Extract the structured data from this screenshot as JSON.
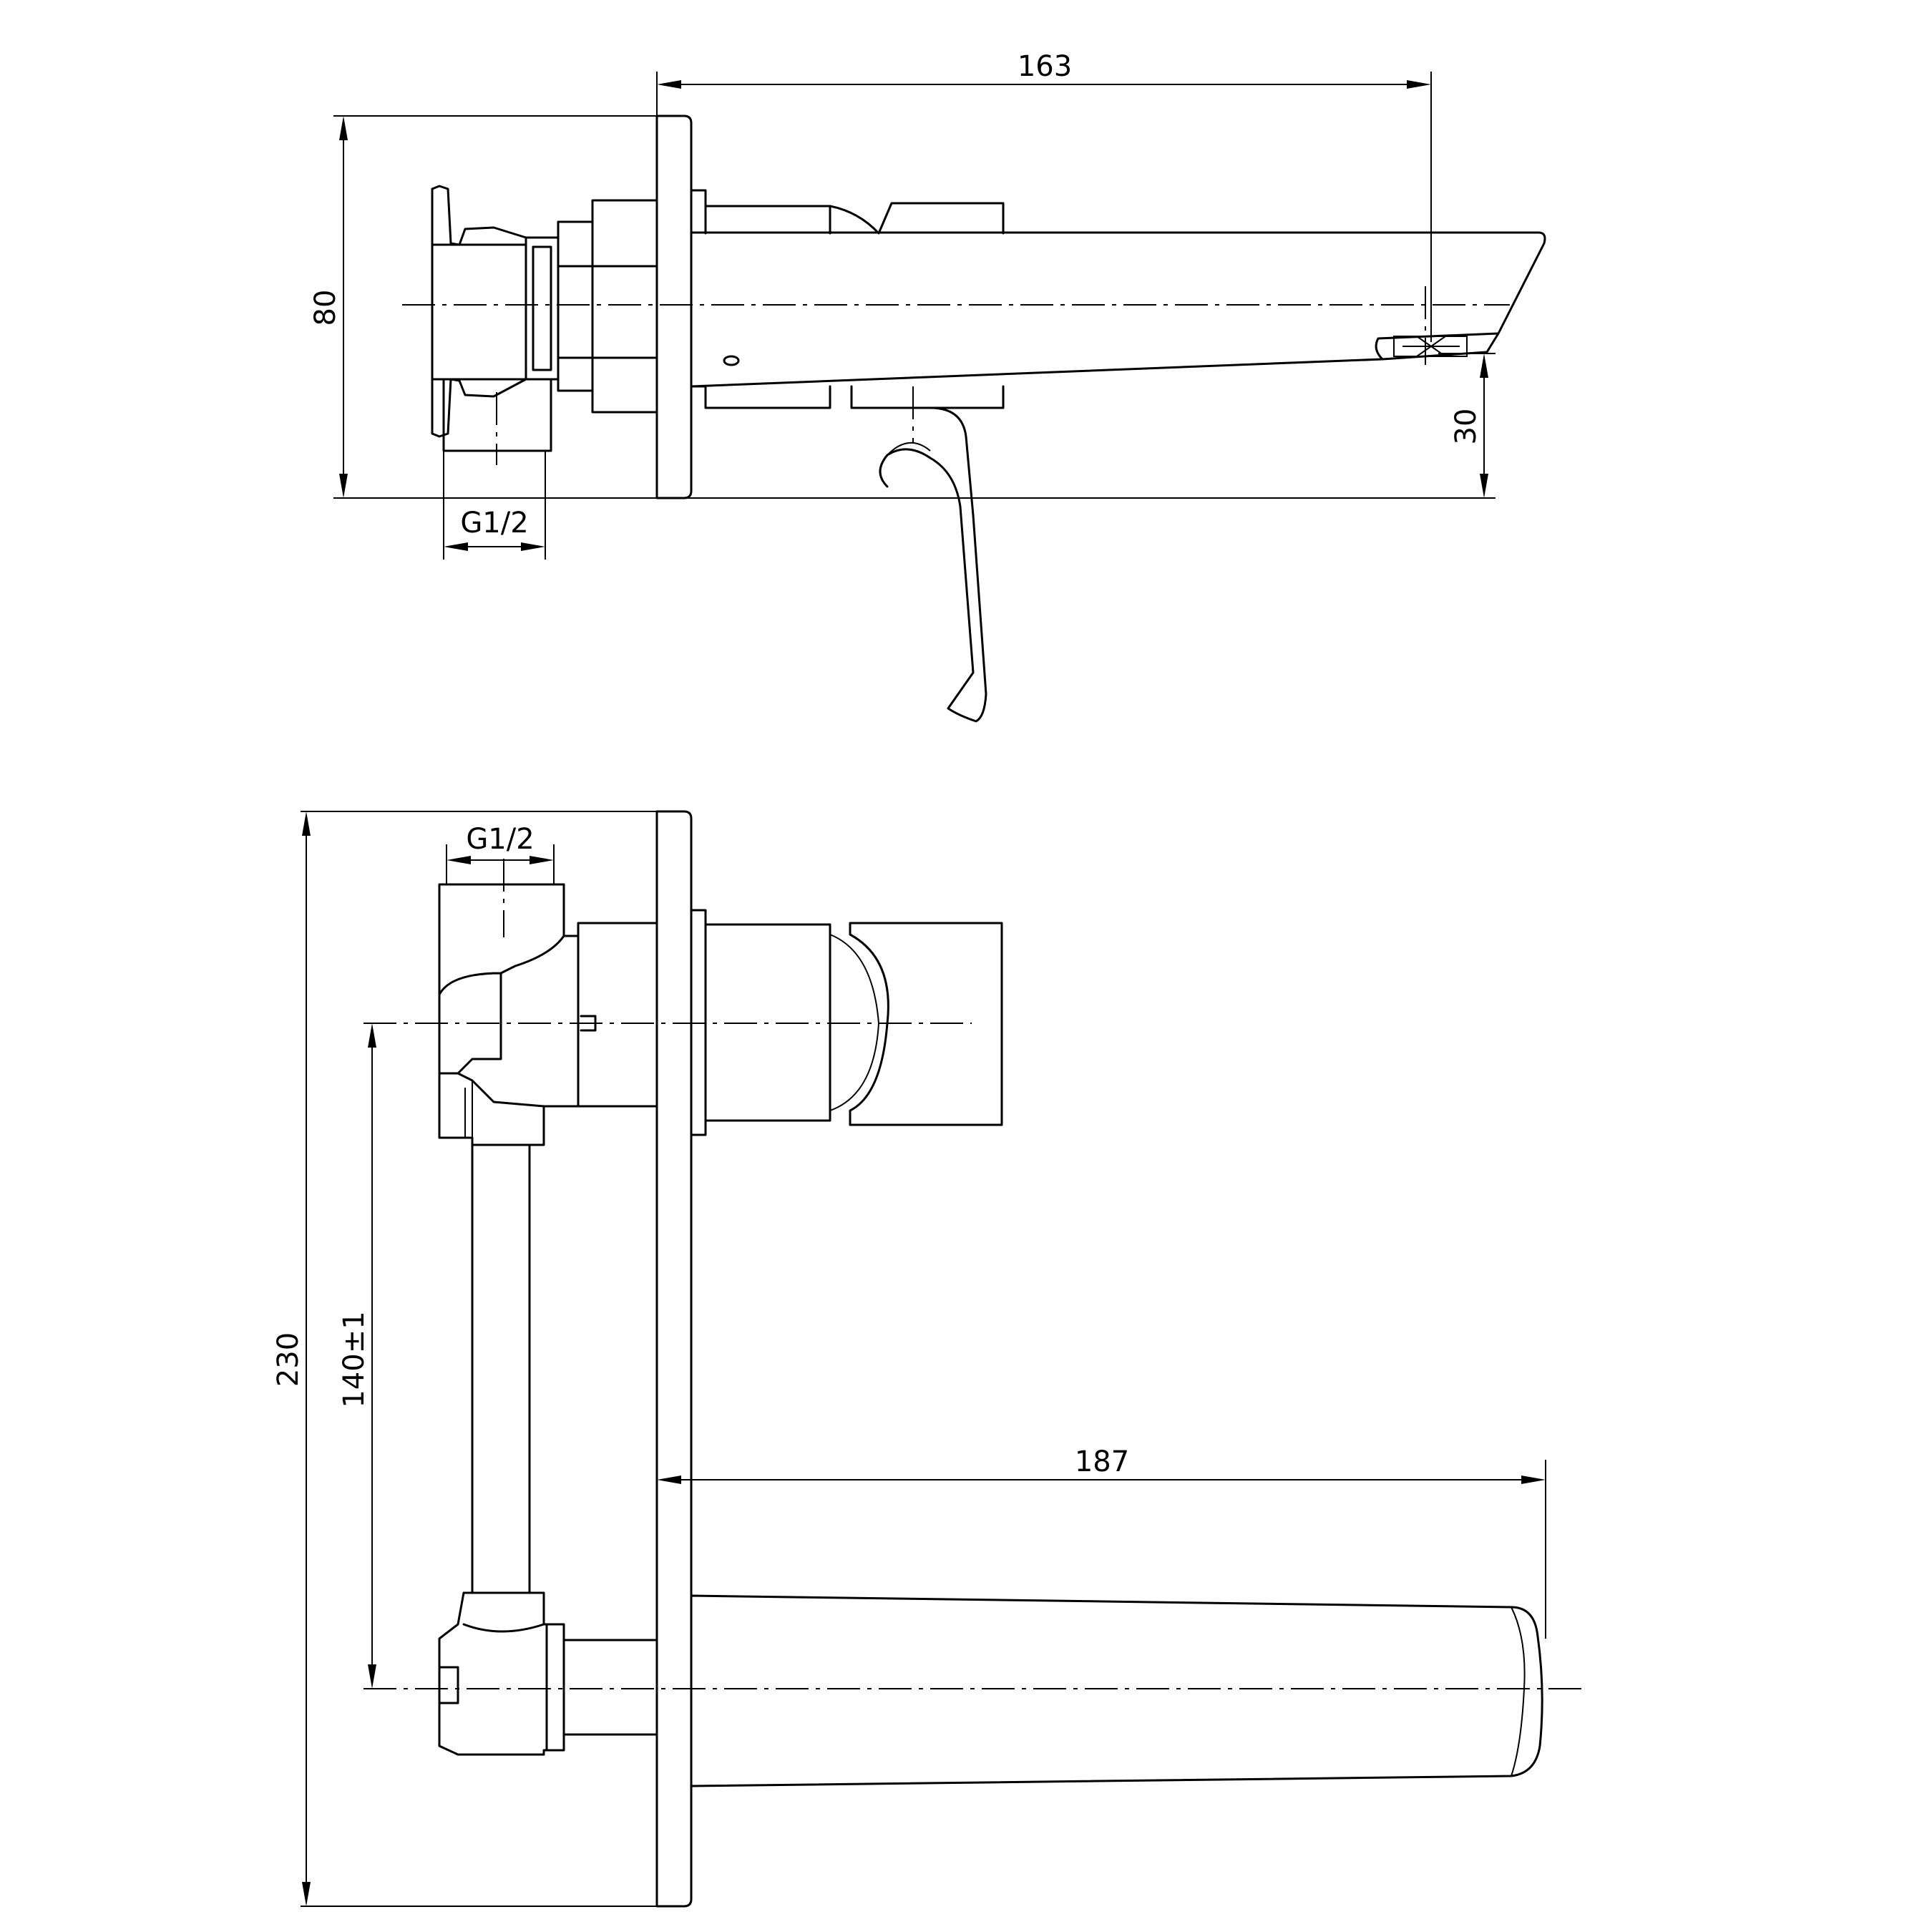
{
  "drawing": {
    "views": [
      "top-view",
      "side-view"
    ],
    "line_color": "#000000",
    "background": "#ffffff"
  },
  "dimensions": {
    "spout_projection_top": "163",
    "body_height": "80",
    "spout_height": "30",
    "inlet_thread_top": "G1/2",
    "inlet_thread_side": "G1/2",
    "total_height": "230",
    "axis_distance": "140±1",
    "spout_projection_side": "187"
  }
}
